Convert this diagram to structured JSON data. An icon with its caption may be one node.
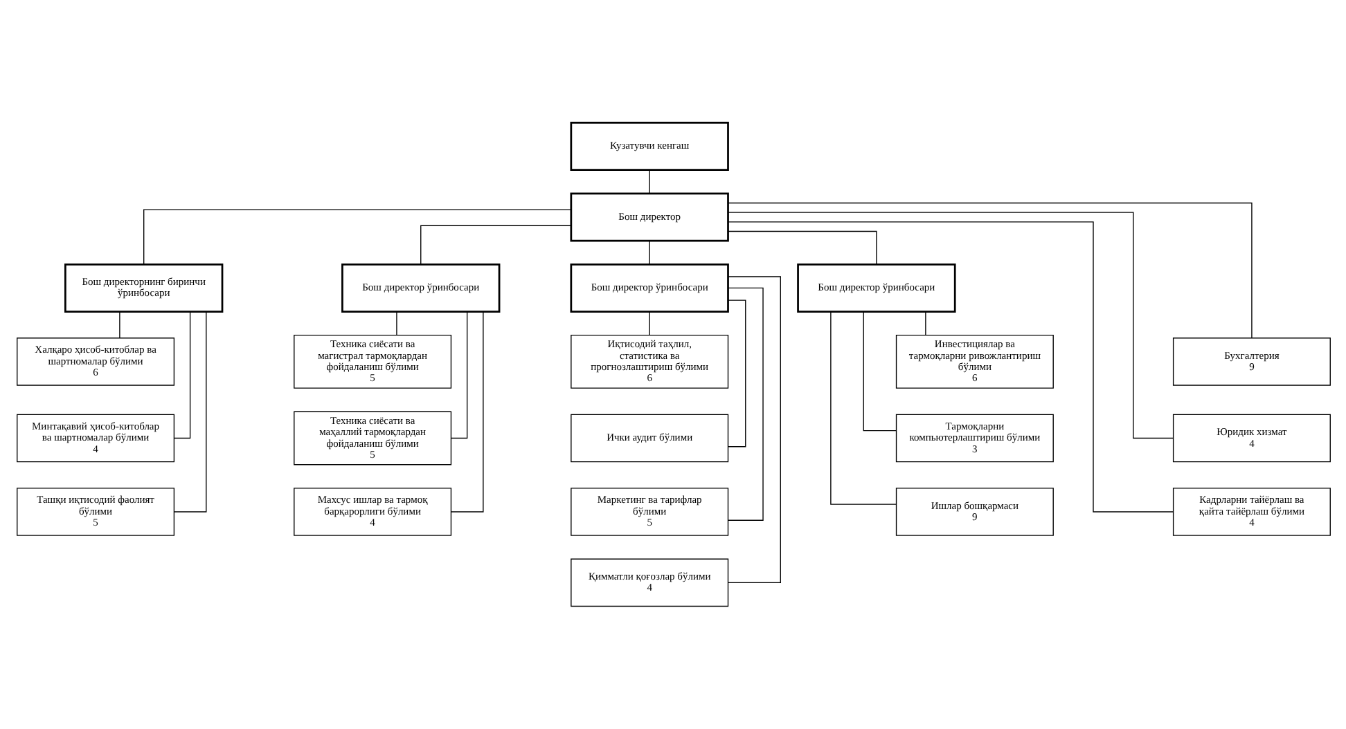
{
  "diagram": {
    "nodes": [
      {
        "text": [
          "Кузатувчи кенгаш"
        ]
      },
      {
        "text": [
          "Бош директор"
        ]
      },
      {
        "text": [
          "Бош директорнинг биринчи ўринбосари"
        ]
      },
      {
        "text": [
          "Халқаро ҳисоб-китоблар ва шартномалар бўлими",
          "6"
        ]
      },
      {
        "text": [
          "Минтақавий ҳисоб-китоблар ва шартномалар бўлими",
          "4"
        ]
      },
      {
        "text": [
          "Ташқи иқтисодий фаолият бўлими",
          "5"
        ]
      },
      {
        "text": [
          "Бош директор ўринбосари"
        ]
      },
      {
        "text": [
          "Техника сиёсати ва магистрал тармоқлардан фойдаланиш бўлими",
          "5"
        ]
      },
      {
        "text": [
          "Техника сиёсати ва маҳаллий тармоқлардан фойдаланиш бўлими",
          "5"
        ]
      },
      {
        "text": [
          "Махсус ишлар ва тармоқ барқарорлиги бўлими",
          "4"
        ]
      },
      {
        "text": [
          "Бош директор ўринбосари"
        ]
      },
      {
        "text": [
          "Иқтисодий таҳлил, статистика ва прогнозлаштириш бўлими",
          "6"
        ]
      },
      {
        "text": [
          "Ички аудит бўлими"
        ]
      },
      {
        "text": [
          "Маркетинг ва тарифлар бўлими",
          "5"
        ]
      },
      {
        "text": [
          "Қимматли қоғозлар бўлими",
          "4"
        ]
      },
      {
        "text": [
          "Бош директор ўринбосари"
        ]
      },
      {
        "text": [
          "Инвестициялар ва тармоқларни ривожлантириш бўлими",
          "6"
        ]
      },
      {
        "text": [
          "Тармоқларни компьютерлаштириш бўлими",
          "3"
        ]
      },
      {
        "text": [
          "Ишлар бошқармаси",
          "9"
        ]
      },
      {
        "text": [
          "Бухгалтерия",
          "9"
        ]
      },
      {
        "text": [
          "Юридик хизмат",
          "4"
        ]
      },
      {
        "text": [
          "Кадрларни тайёрлаш ва қайта тайёрлаш бўлими",
          "4"
        ]
      }
    ],
    "edges": [
      {
        "from": 0,
        "to": 1,
        "arrow": "none"
      },
      {
        "from": 1,
        "to": 2,
        "arrow": "none"
      },
      {
        "from": 1,
        "to": 6,
        "arrow": "none"
      },
      {
        "from": 1,
        "to": 10,
        "arrow": "none"
      },
      {
        "from": 1,
        "to": 15,
        "arrow": "none"
      },
      {
        "from": 1,
        "to": 19,
        "arrow": "none"
      },
      {
        "from": 1,
        "to": 20,
        "arrow": "none"
      },
      {
        "from": 1,
        "to": 21,
        "arrow": "none"
      },
      {
        "from": 2,
        "to": 3,
        "arrow": "none"
      },
      {
        "from": 2,
        "to": 4,
        "arrow": "none"
      },
      {
        "from": 2,
        "to": 5,
        "arrow": "none"
      },
      {
        "from": 6,
        "to": 7,
        "arrow": "none"
      },
      {
        "from": 6,
        "to": 8,
        "arrow": "none"
      },
      {
        "from": 6,
        "to": 9,
        "arrow": "none"
      },
      {
        "from": 10,
        "to": 11,
        "arrow": "none"
      },
      {
        "from": 10,
        "to": 12,
        "arrow": "none"
      },
      {
        "from": 10,
        "to": 13,
        "arrow": "none"
      },
      {
        "from": 10,
        "to": 14,
        "arrow": "none"
      },
      {
        "from": 15,
        "to": 16,
        "arrow": "none"
      },
      {
        "from": 15,
        "to": 17,
        "arrow": "none"
      },
      {
        "from": 15,
        "to": 18,
        "arrow": "none"
      }
    ]
  }
}
